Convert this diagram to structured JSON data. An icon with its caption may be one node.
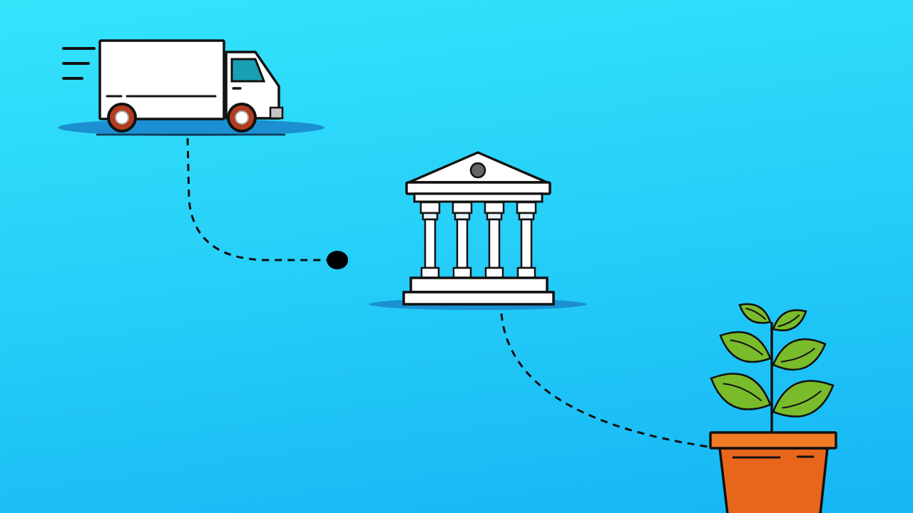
{
  "diagram": {
    "nodes": [
      {
        "text": [],
        "shape": "picture"
      },
      {
        "text": [],
        "shape": "circle"
      },
      {
        "text": [],
        "shape": "picture"
      },
      {
        "text": [],
        "shape": "picture"
      }
    ],
    "edges": [
      {
        "from": 0,
        "to": 1,
        "arrow": "none",
        "style": "dashed"
      },
      {
        "from": 2,
        "to": 3,
        "arrow": "none",
        "style": "dashed"
      }
    ]
  }
}
